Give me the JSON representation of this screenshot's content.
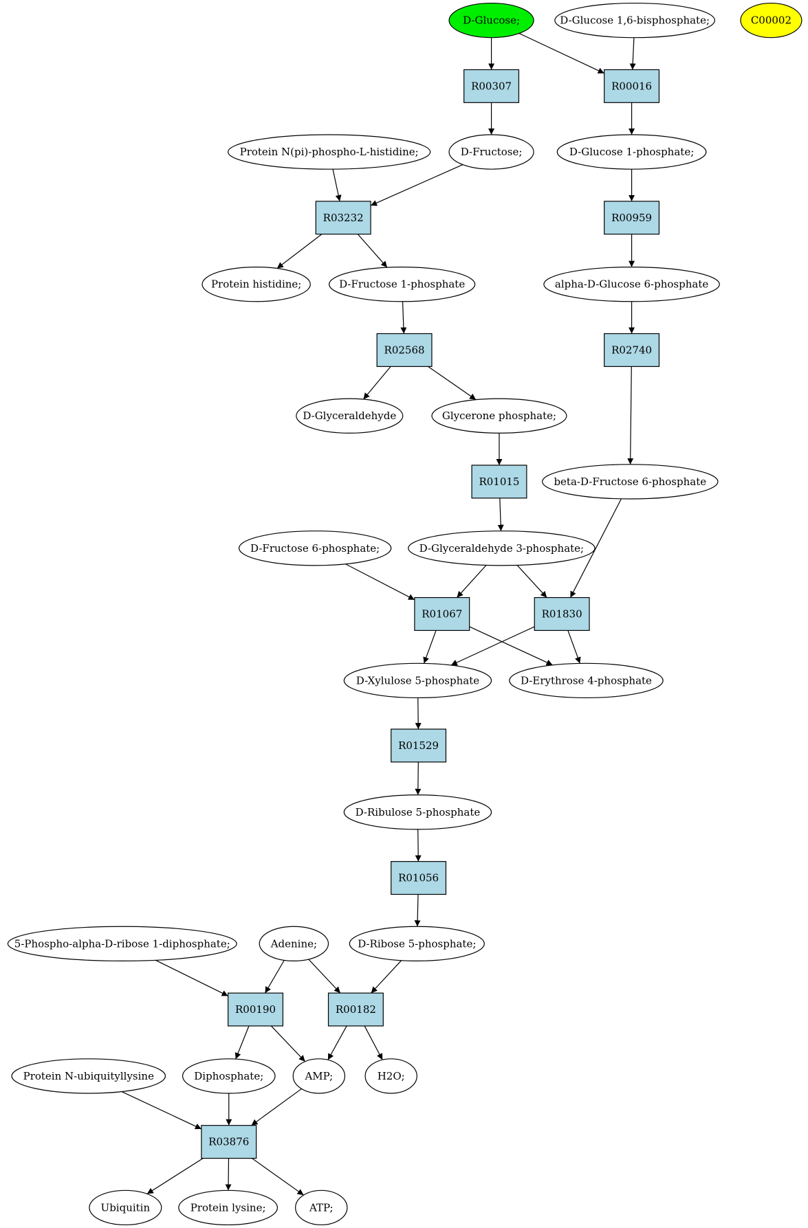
{
  "colors": {
    "reaction_fill": "#add8e6",
    "start_fill": "#00ee00",
    "highlight_fill": "#ffff00",
    "metabolite_fill": "#ffffff",
    "stroke": "#000000"
  },
  "nodes": {
    "dglucose": {
      "label": "D-Glucose;",
      "kind": "start"
    },
    "dglucose16bp": {
      "label": "D-Glucose 1,6-bisphosphate;",
      "kind": "metabolite"
    },
    "c00002": {
      "label": "C00002",
      "kind": "highlight"
    },
    "r00307": {
      "label": "R00307",
      "kind": "reaction"
    },
    "r00016": {
      "label": "R00016",
      "kind": "reaction"
    },
    "protnpi": {
      "label": "Protein N(pi)-phospho-L-histidine;",
      "kind": "metabolite"
    },
    "dfructose": {
      "label": "D-Fructose;",
      "kind": "metabolite"
    },
    "dglucose1p": {
      "label": "D-Glucose 1-phosphate;",
      "kind": "metabolite"
    },
    "r03232": {
      "label": "R03232",
      "kind": "reaction"
    },
    "r00959": {
      "label": "R00959",
      "kind": "reaction"
    },
    "prothis": {
      "label": "Protein histidine;",
      "kind": "metabolite"
    },
    "dfructose1p": {
      "label": "D-Fructose 1-phosphate",
      "kind": "metabolite"
    },
    "adglucose6p": {
      "label": "alpha-D-Glucose 6-phosphate",
      "kind": "metabolite"
    },
    "r02568": {
      "label": "R02568",
      "kind": "reaction"
    },
    "r02740": {
      "label": "R02740",
      "kind": "reaction"
    },
    "dglyceraldehyde": {
      "label": "D-Glyceraldehyde",
      "kind": "metabolite"
    },
    "glyceroneP": {
      "label": "Glycerone phosphate;",
      "kind": "metabolite"
    },
    "r01015": {
      "label": "R01015",
      "kind": "reaction"
    },
    "bdfructose6p": {
      "label": "beta-D-Fructose 6-phosphate",
      "kind": "metabolite"
    },
    "dfructose6p": {
      "label": "D-Fructose 6-phosphate;",
      "kind": "metabolite"
    },
    "dga3p": {
      "label": "D-Glyceraldehyde 3-phosphate;",
      "kind": "metabolite"
    },
    "r01067": {
      "label": "R01067",
      "kind": "reaction"
    },
    "r01830": {
      "label": "R01830",
      "kind": "reaction"
    },
    "dxylulose5p": {
      "label": "D-Xylulose 5-phosphate",
      "kind": "metabolite"
    },
    "derythrose4p": {
      "label": "D-Erythrose 4-phosphate",
      "kind": "metabolite"
    },
    "r01529": {
      "label": "R01529",
      "kind": "reaction"
    },
    "dribulose5p": {
      "label": "D-Ribulose 5-phosphate",
      "kind": "metabolite"
    },
    "r01056": {
      "label": "R01056",
      "kind": "reaction"
    },
    "prpp": {
      "label": "5-Phospho-alpha-D-ribose 1-diphosphate;",
      "kind": "metabolite"
    },
    "adenine": {
      "label": "Adenine;",
      "kind": "metabolite"
    },
    "dribose5p": {
      "label": "D-Ribose 5-phosphate;",
      "kind": "metabolite"
    },
    "r00190": {
      "label": "R00190",
      "kind": "reaction"
    },
    "r00182": {
      "label": "R00182",
      "kind": "reaction"
    },
    "protubiq": {
      "label": "Protein N-ubiquityllysine",
      "kind": "metabolite"
    },
    "diphosphate": {
      "label": "Diphosphate;",
      "kind": "metabolite"
    },
    "amp": {
      "label": "AMP;",
      "kind": "metabolite"
    },
    "h2o": {
      "label": "H2O;",
      "kind": "metabolite"
    },
    "r03876": {
      "label": "R03876",
      "kind": "reaction"
    },
    "ubiquitin": {
      "label": "Ubiquitin",
      "kind": "metabolite"
    },
    "protlys": {
      "label": "Protein lysine;",
      "kind": "metabolite"
    },
    "atp": {
      "label": "ATP;",
      "kind": "metabolite"
    }
  },
  "edges": [
    [
      "dglucose",
      "r00307"
    ],
    [
      "dglucose",
      "r00016"
    ],
    [
      "dglucose16bp",
      "r00016"
    ],
    [
      "r00307",
      "dfructose"
    ],
    [
      "r00016",
      "dglucose1p"
    ],
    [
      "protnpi",
      "r03232"
    ],
    [
      "dfructose",
      "r03232"
    ],
    [
      "dglucose1p",
      "r00959"
    ],
    [
      "r03232",
      "prothis"
    ],
    [
      "r03232",
      "dfructose1p"
    ],
    [
      "r00959",
      "adglucose6p"
    ],
    [
      "dfructose1p",
      "r02568"
    ],
    [
      "adglucose6p",
      "r02740"
    ],
    [
      "r02568",
      "dglyceraldehyde"
    ],
    [
      "r02568",
      "glyceroneP"
    ],
    [
      "glyceroneP",
      "r01015"
    ],
    [
      "r02740",
      "bdfructose6p"
    ],
    [
      "r01015",
      "dga3p"
    ],
    [
      "dfructose6p",
      "r01067"
    ],
    [
      "dga3p",
      "r01067"
    ],
    [
      "dga3p",
      "r01830"
    ],
    [
      "bdfructose6p",
      "r01830"
    ],
    [
      "r01067",
      "dxylulose5p"
    ],
    [
      "r01067",
      "derythrose4p"
    ],
    [
      "r01830",
      "dxylulose5p"
    ],
    [
      "r01830",
      "derythrose4p"
    ],
    [
      "dxylulose5p",
      "r01529"
    ],
    [
      "r01529",
      "dribulose5p"
    ],
    [
      "dribulose5p",
      "r01056"
    ],
    [
      "r01056",
      "dribose5p"
    ],
    [
      "prpp",
      "r00190"
    ],
    [
      "adenine",
      "r00190"
    ],
    [
      "adenine",
      "r00182"
    ],
    [
      "dribose5p",
      "r00182"
    ],
    [
      "r00190",
      "diphosphate"
    ],
    [
      "r00190",
      "amp"
    ],
    [
      "r00182",
      "amp"
    ],
    [
      "r00182",
      "h2o"
    ],
    [
      "protubiq",
      "r03876"
    ],
    [
      "diphosphate",
      "r03876"
    ],
    [
      "amp",
      "r03876"
    ],
    [
      "r03876",
      "ubiquitin"
    ],
    [
      "r03876",
      "protlys"
    ],
    [
      "r03876",
      "atp"
    ]
  ]
}
